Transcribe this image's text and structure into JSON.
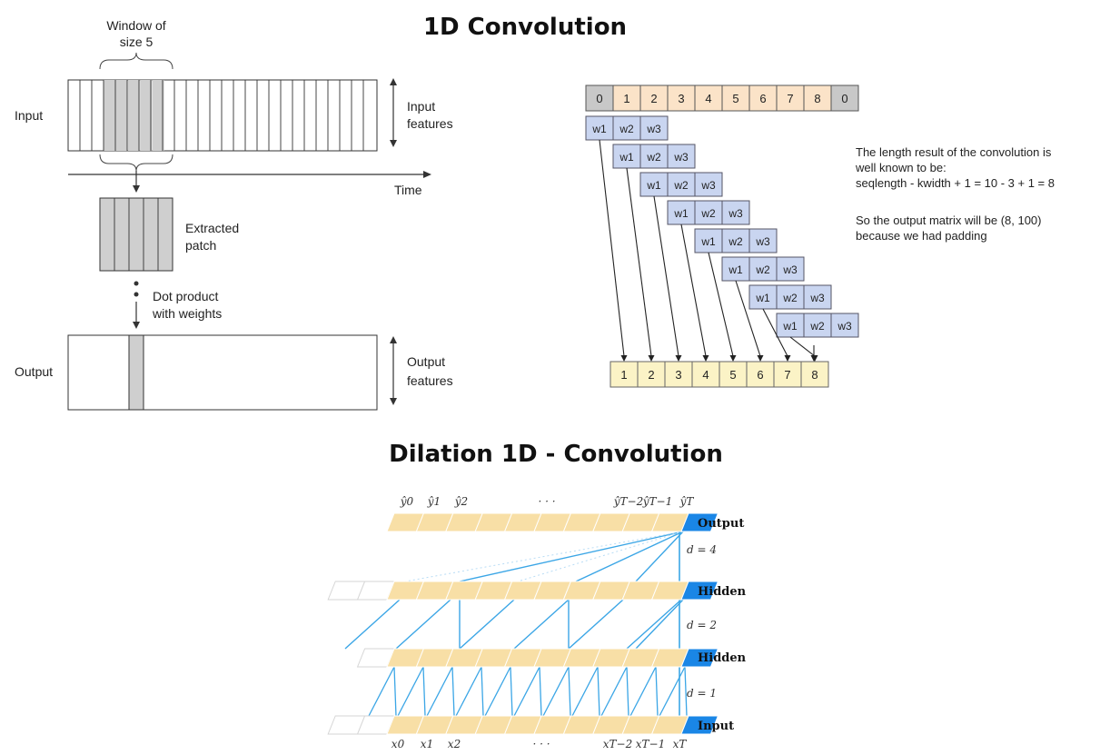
{
  "titles": {
    "conv1d": "1D Convolution",
    "dilation": "Dilation 1D - Convolution"
  },
  "left_diagram": {
    "window_label_line1": "Window of",
    "window_label_line2": "size 5",
    "input_label": "Input",
    "input_features_line1": "Input",
    "input_features_line2": "features",
    "time_label": "Time",
    "extracted_line1": "Extracted",
    "extracted_line2": "patch",
    "dot_line1": "Dot product",
    "dot_line2": "with weights",
    "output_label": "Output",
    "output_features_line1": "Output",
    "output_features_line2": "features"
  },
  "right_diagram": {
    "input_cells": [
      "0",
      "1",
      "2",
      "3",
      "4",
      "5",
      "6",
      "7",
      "8",
      "0"
    ],
    "weights": [
      "w1",
      "w2",
      "w3"
    ],
    "output_cells": [
      "1",
      "2",
      "3",
      "4",
      "5",
      "6",
      "7",
      "8"
    ],
    "note_lines": [
      "The length result of the convolution is",
      "well known to be:",
      "seqlength - kwidth + 1 =  10 - 3 + 1 = 8",
      "",
      "So the output matrix will be (8, 100)",
      "because we had padding"
    ],
    "colors": {
      "pad_cell": "#c8c8c8",
      "input_cell": "#fbe3c8",
      "weight_cell": "#c9d5f0",
      "output_cell": "#fbf3c6"
    }
  },
  "dilation_diagram": {
    "top_labels": [
      "ŷ0",
      "ŷ1",
      "ŷ2",
      "· · ·",
      "ŷT−2",
      "ŷT−1",
      "ŷT"
    ],
    "bottom_labels": [
      "x0",
      "x1",
      "x2",
      "· · ·",
      "xT−2",
      "xT−1",
      "xT"
    ],
    "layer_names": [
      "Output",
      "Hidden",
      "Hidden",
      "Input"
    ],
    "dilations": [
      "d = 4",
      "d = 2",
      "d = 1"
    ],
    "colors": {
      "cell_fill": "#f8dfa6",
      "last_cell": "#1a86e6",
      "link": "#3ba6e6"
    }
  }
}
